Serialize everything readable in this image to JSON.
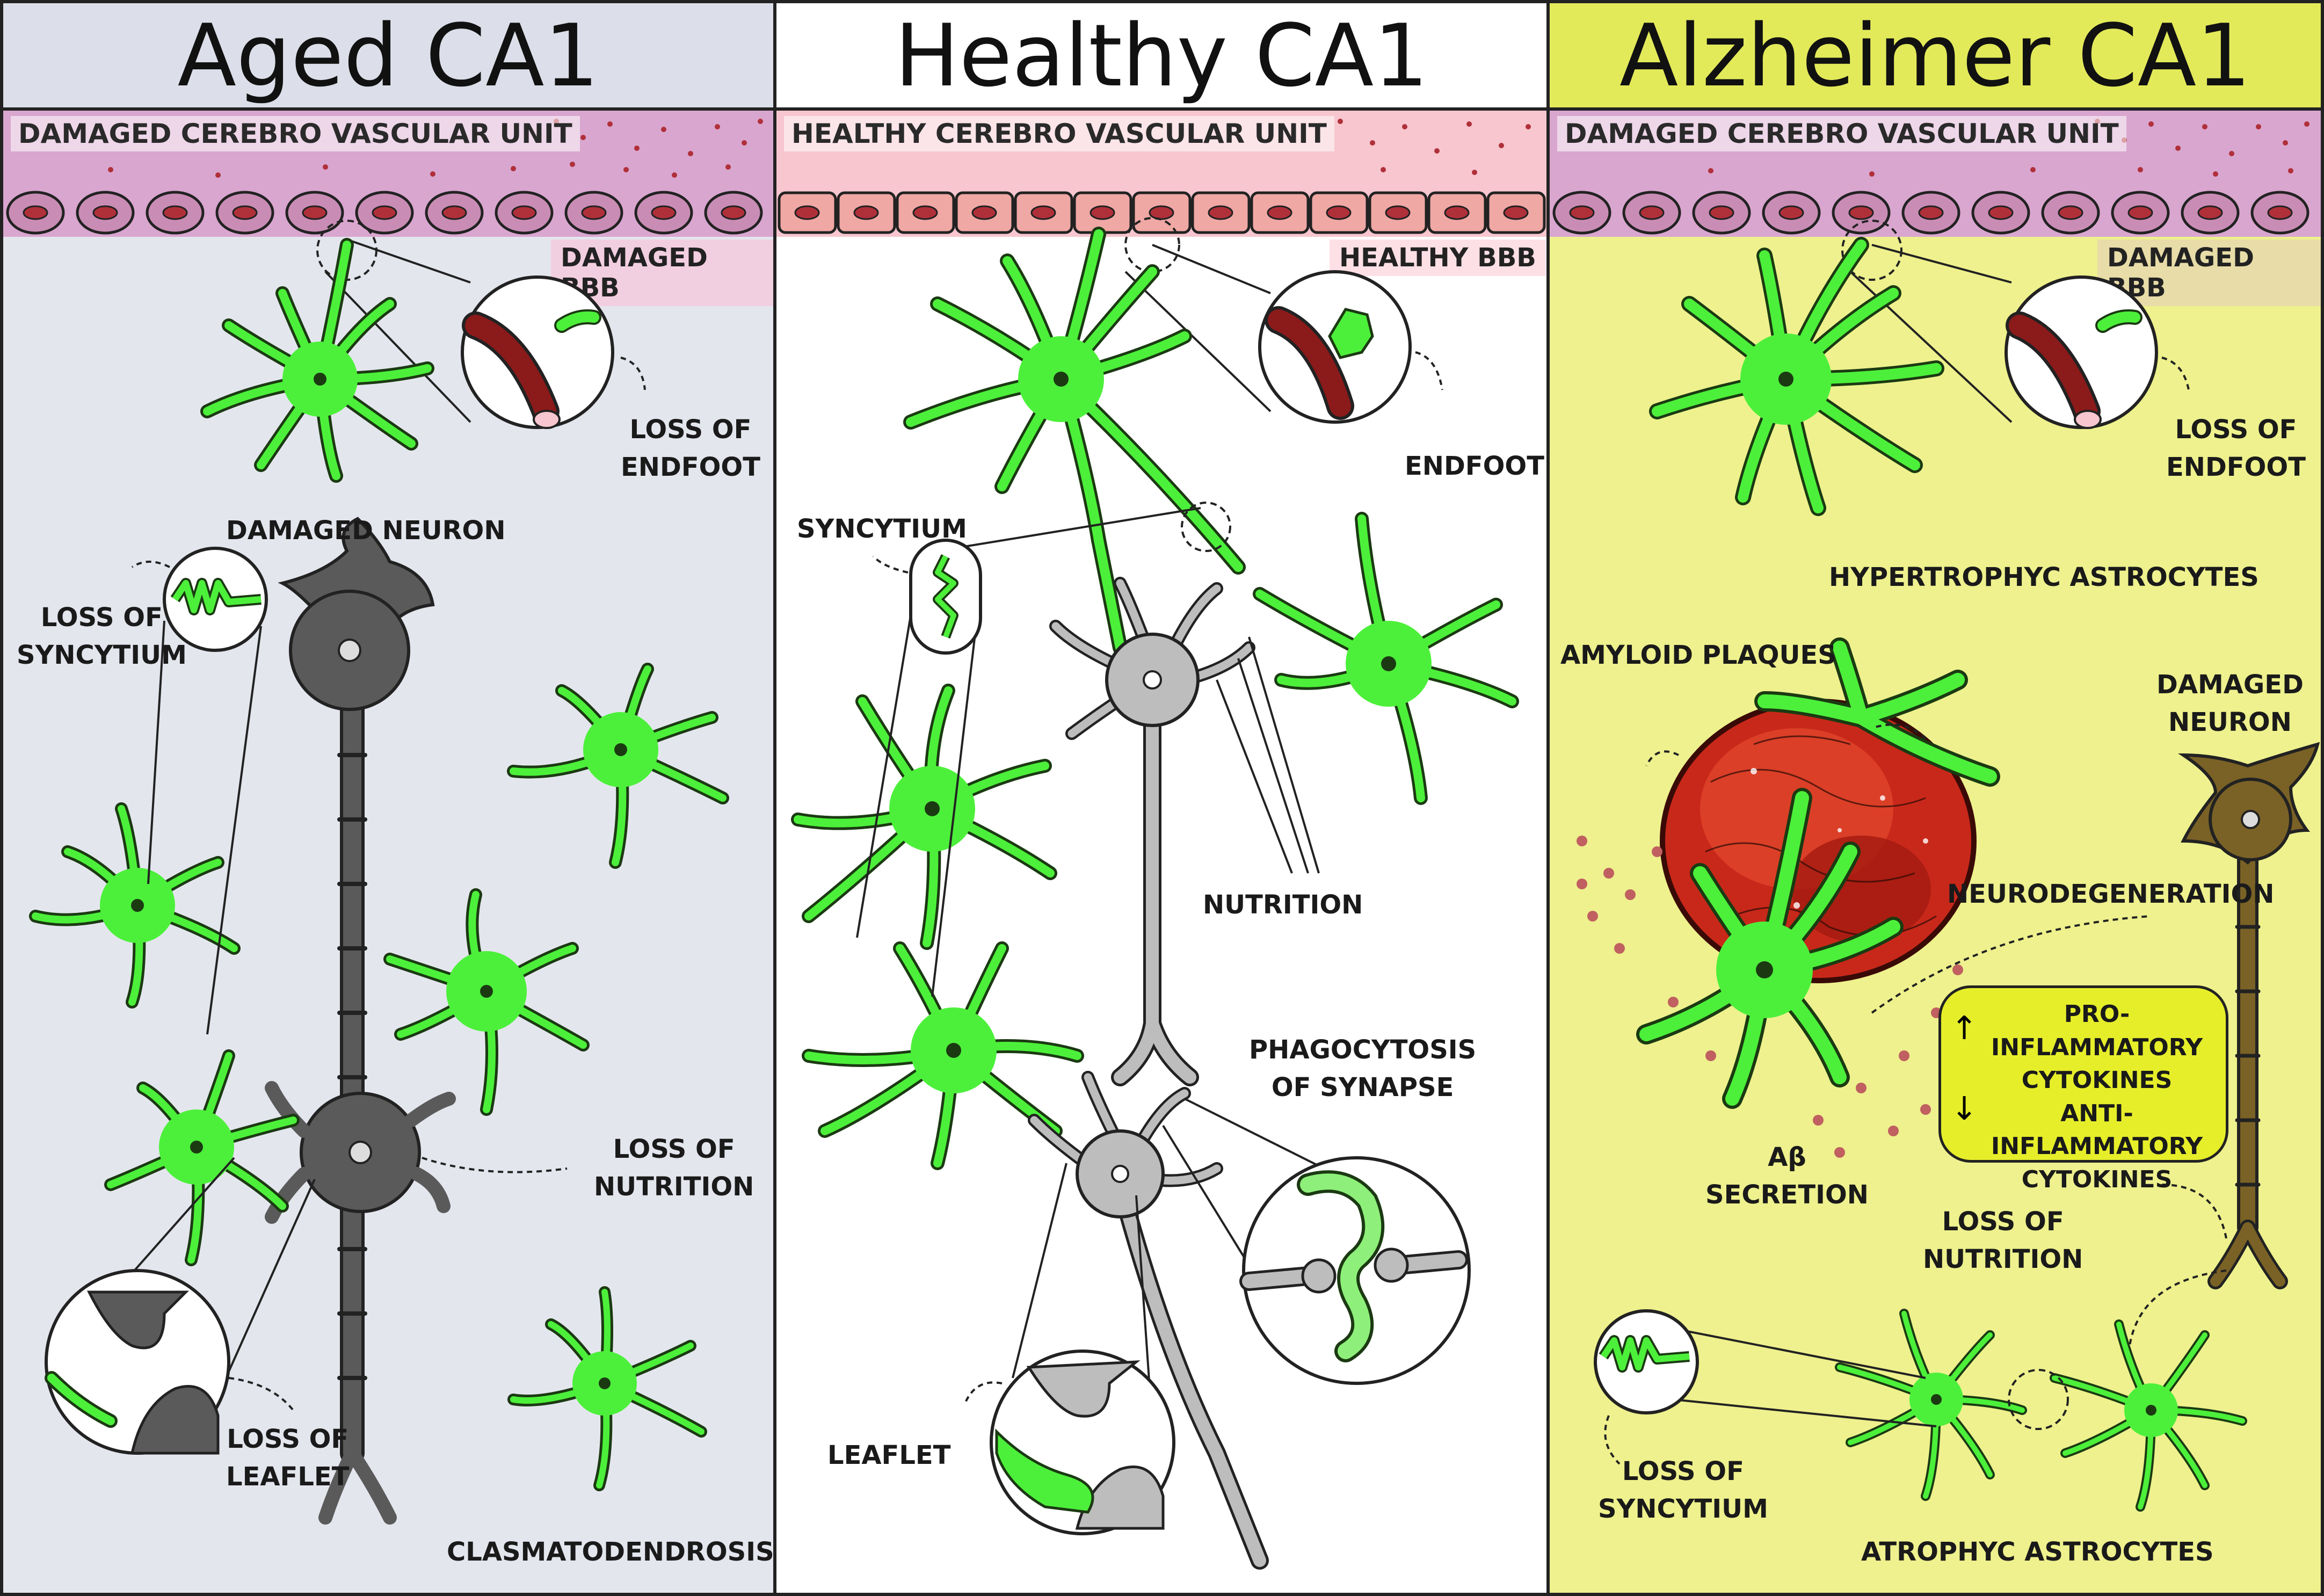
{
  "panels": {
    "aged": {
      "title": "Aged CA1",
      "vascular_label": "DAMAGED CEREBRO VASCULAR UNIT",
      "bbb_label": "DAMAGED BBB",
      "labels": {
        "loss_endfoot": "LOSS OF\nENDFOOT",
        "damaged_neuron": "DAMAGED NEURON",
        "loss_syncytium": "LOSS OF\nSYNCYTIUM",
        "loss_nutrition": "LOSS OF\nNUTRITION",
        "loss_leaflet": "LOSS OF\nLEAFLET",
        "clasmatodendrosis": "CLASMATODENDROSIS"
      }
    },
    "healthy": {
      "title": "Healthy CA1",
      "vascular_label": "HEALTHY CEREBRO VASCULAR UNIT",
      "bbb_label": "HEALTHY BBB",
      "labels": {
        "endfoot": "ENDFOOT",
        "syncytium": "SYNCYTIUM",
        "nutrition": "NUTRITION",
        "phagocytosis": "PHAGOCYTOSIS\nOF SYNAPSE",
        "leaflet": "LEAFLET"
      }
    },
    "alzheimer": {
      "title": "Alzheimer CA1",
      "vascular_label": "DAMAGED CEREBRO VASCULAR UNIT",
      "bbb_label": "DAMAGED BBB",
      "labels": {
        "loss_endfoot": "LOSS OF\nENDFOOT",
        "hypertrophic": "HYPERTROPHYC ASTROCYTES",
        "amyloid": "AMYLOID PLAQUES",
        "damaged_neuron": "DAMAGED\nNEURON",
        "neurodegeneration": "NEURODEGENERATION",
        "abeta": "Aβ\nSECRETION",
        "pro": "PRO-INFLAMMATORY\nCYTOKINES",
        "anti": "ANTI-INFLAMMATORY\nCYTOKINES",
        "loss_nutrition": "LOSS OF\nNUTRITION",
        "loss_syncytium": "LOSS OF\nSYNCYTIUM",
        "atrophic": "ATROPHYC ASTROCYTES"
      }
    }
  },
  "colors": {
    "astrocyte": "#4cf03a",
    "astrocyte_outline": "#1b3a12",
    "neuron_aged": "#5a5a5a",
    "neuron_healthy": "#bdbdbd",
    "neuron_alz": "#7a6226",
    "vessel_damaged": "#d9a6cf",
    "vessel_healthy": "#f7c6cf",
    "blood_dot": "#b0303a",
    "endothelial_damaged": "#c98db5",
    "endothelial_healthy": "#f0a8a5",
    "plaque": "#c8281a",
    "cytokine_box": "#e6ee2a",
    "vessel_wall": "#8b1a1a"
  }
}
